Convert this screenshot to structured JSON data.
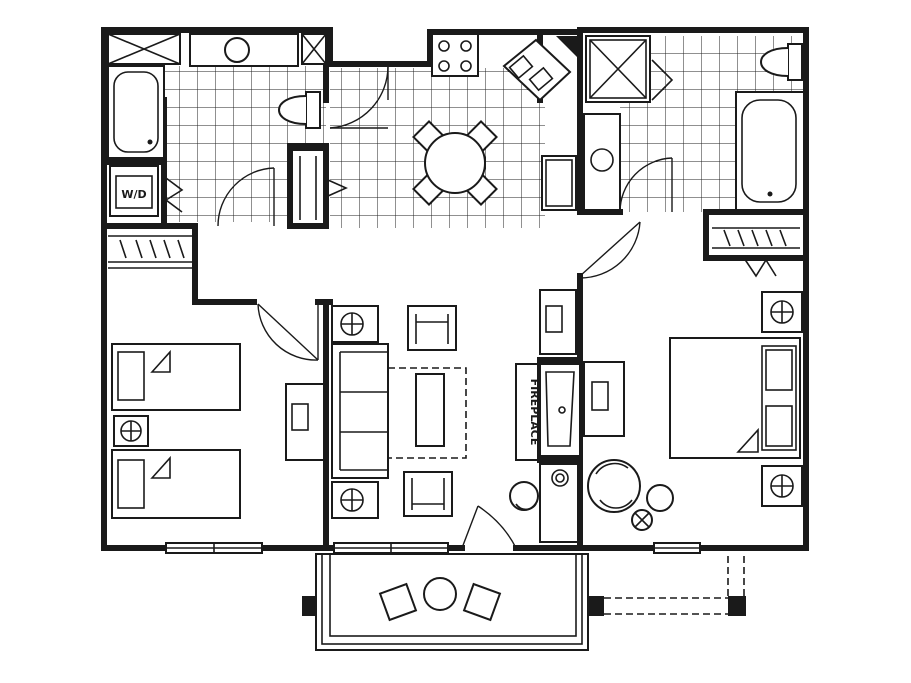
{
  "labels": {
    "washer_dryer": "W/D",
    "fireplace": "FIREPLACE"
  },
  "icons": [
    "floor-plan",
    "bathtub",
    "toilet",
    "sink",
    "shower",
    "stove",
    "kitchen-sink",
    "dining-table",
    "sofa",
    "armchair",
    "bed",
    "lamp",
    "desk",
    "washer-dryer",
    "fireplace",
    "door-swing",
    "window",
    "patio-chair",
    "patio-table",
    "closet"
  ]
}
